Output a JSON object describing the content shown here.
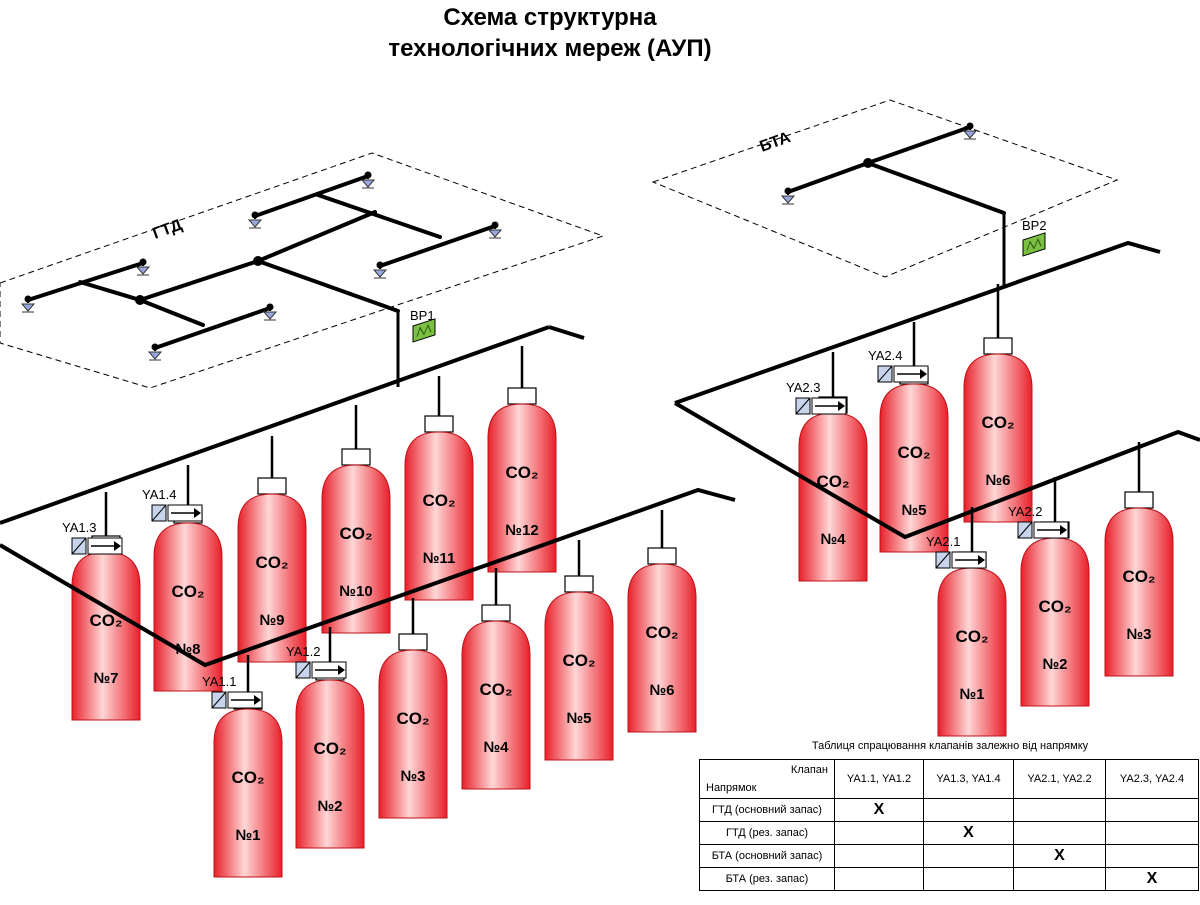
{
  "title": {
    "line1": "Схема структурна",
    "line2": "технологічних мереж (АУП)"
  },
  "zones": {
    "gtd": "ГТД",
    "bta": "БТА"
  },
  "bp_valves": {
    "bp1": "BP1",
    "bp2": "BP2"
  },
  "cylinder_gas": "CO₂",
  "cylinders": [
    {
      "label": "№12"
    },
    {
      "label": "№11"
    },
    {
      "label": "№10"
    },
    {
      "label": "№9"
    },
    {
      "label": "№8"
    },
    {
      "label": "№7"
    },
    {
      "label": "№6"
    },
    {
      "label": "№5"
    },
    {
      "label": "№4"
    },
    {
      "label": "№3"
    },
    {
      "label": "№2"
    },
    {
      "label": "№1"
    },
    {
      "label": "№6"
    },
    {
      "label": "№5"
    },
    {
      "label": "№4"
    },
    {
      "label": "№3"
    },
    {
      "label": "№2"
    },
    {
      "label": "№1"
    }
  ],
  "solenoid_valves": [
    "YA1.4",
    "YA1.3",
    "YA1.2",
    "YA1.1",
    "YA2.4",
    "YA2.3",
    "YA2.2",
    "YA2.1"
  ],
  "table": {
    "caption": "Таблиця спрацювання клапанів залежно від напрямку",
    "header_top": "Клапан",
    "header_bottom": "Напрямок",
    "columns": [
      "YA1.1, YA1.2",
      "YA1.3, YA1.4",
      "YA2.1, YA2.2",
      "YA2.3, YA2.4"
    ],
    "rows": [
      {
        "label": "ГТД (основний запас)",
        "cells": [
          "X",
          "",
          "",
          ""
        ]
      },
      {
        "label": "ГТД (рез. запас)",
        "cells": [
          "",
          "X",
          "",
          ""
        ]
      },
      {
        "label": "БТА (основний запас)",
        "cells": [
          "",
          "",
          "X",
          ""
        ]
      },
      {
        "label": "БТА (рез. запас)",
        "cells": [
          "",
          "",
          "",
          "X"
        ]
      }
    ]
  },
  "colors": {
    "cylinder_body": "#e8202a",
    "cylinder_highlight": "#ffd0d0",
    "valve_green": "#7bc043",
    "solenoid_blue": "#c8d4ec",
    "nozzle_blue": "#9aa8e0"
  }
}
